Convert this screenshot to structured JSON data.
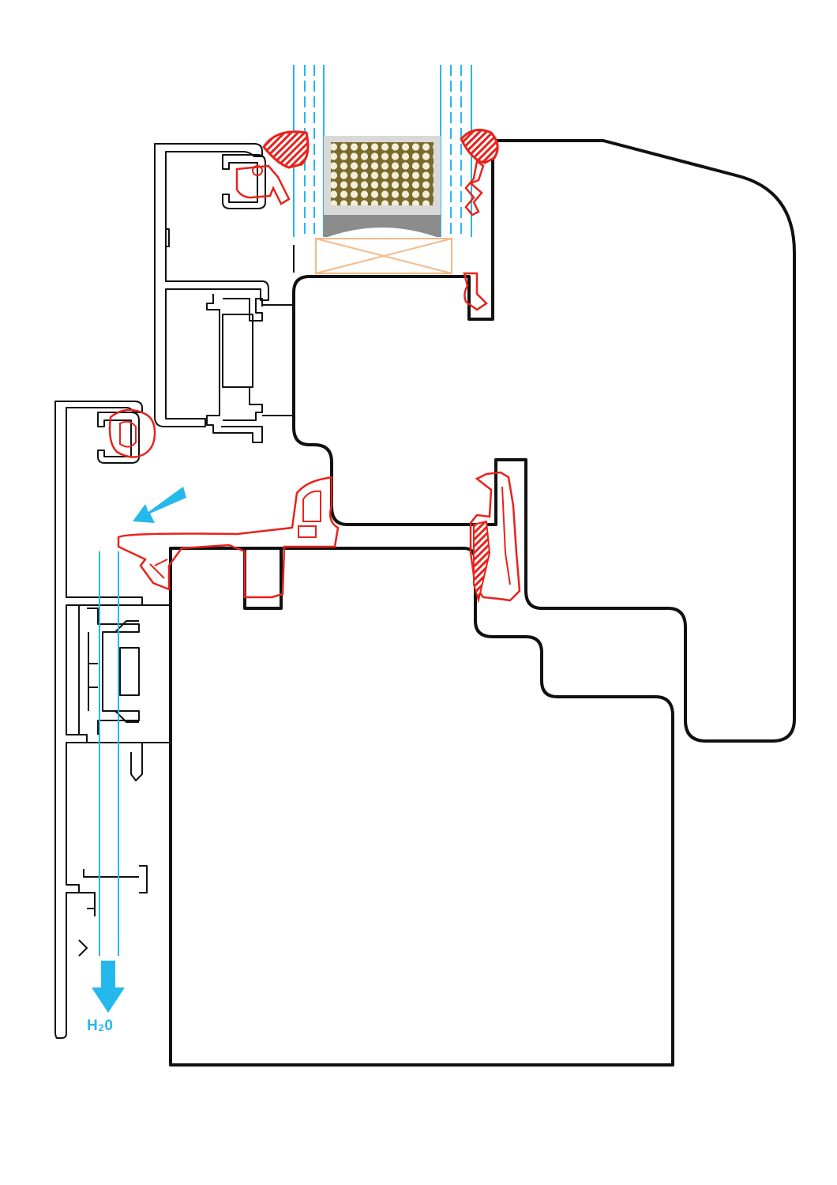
{
  "diagram": {
    "kind": "window frame cross-section",
    "label_water_main": "H",
    "label_water_sub": "2",
    "label_water_end": "0",
    "colors": {
      "outline": "#111111",
      "gasket": "#e8231c",
      "water": "#25b8ec",
      "spacer_fill": "#d9d9d9",
      "desiccant": "#8a7a3a",
      "setting_block": "#f3b98a"
    },
    "icons": {
      "flow_arrow": "arrow-diagonal-icon",
      "drain_arrow": "arrow-down-icon"
    }
  }
}
